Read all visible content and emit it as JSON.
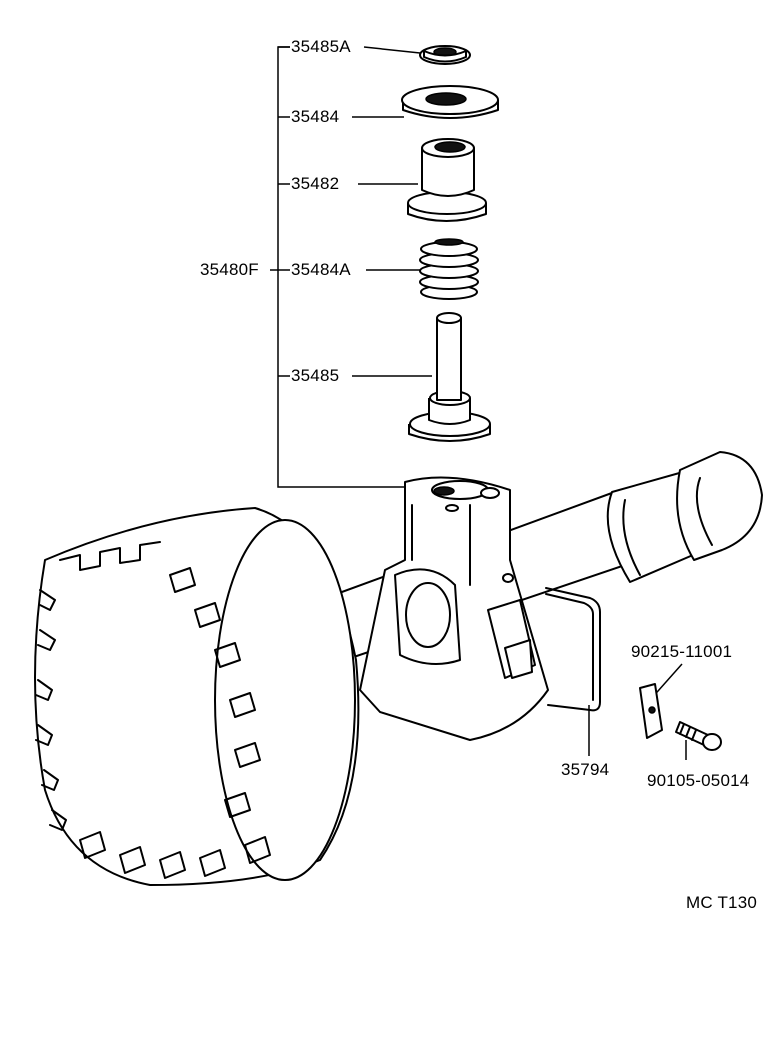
{
  "labels": {
    "p35485A": "35485A",
    "p35484": "35484",
    "p35482": "35482",
    "p35480F": "35480F",
    "p35484A": "35484A",
    "p35485": "35485",
    "p35794": "35794",
    "p90215": "90215-11001",
    "p90105": "90105-05014",
    "code": "MC  T130"
  }
}
